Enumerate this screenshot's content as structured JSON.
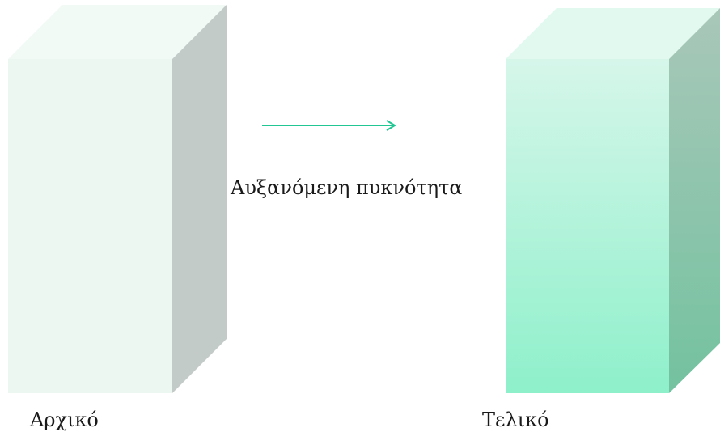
{
  "diagram": {
    "arrow_caption": "Αυξανόμενη πυκνότητα",
    "initial_label": "Αρχικό",
    "final_label": "Τελικό"
  },
  "colors": {
    "initial_front": "#edf7f2",
    "initial_top": "#f2faf6",
    "initial_side": "#c2cbc8",
    "final_front_top": "#d6f6ea",
    "final_front_bottom": "#8ef0cb",
    "final_top": "#e2f9ef",
    "final_side_top": "#a9c7b9",
    "final_side_bottom": "#73c29f",
    "arrow": "#21c693"
  }
}
